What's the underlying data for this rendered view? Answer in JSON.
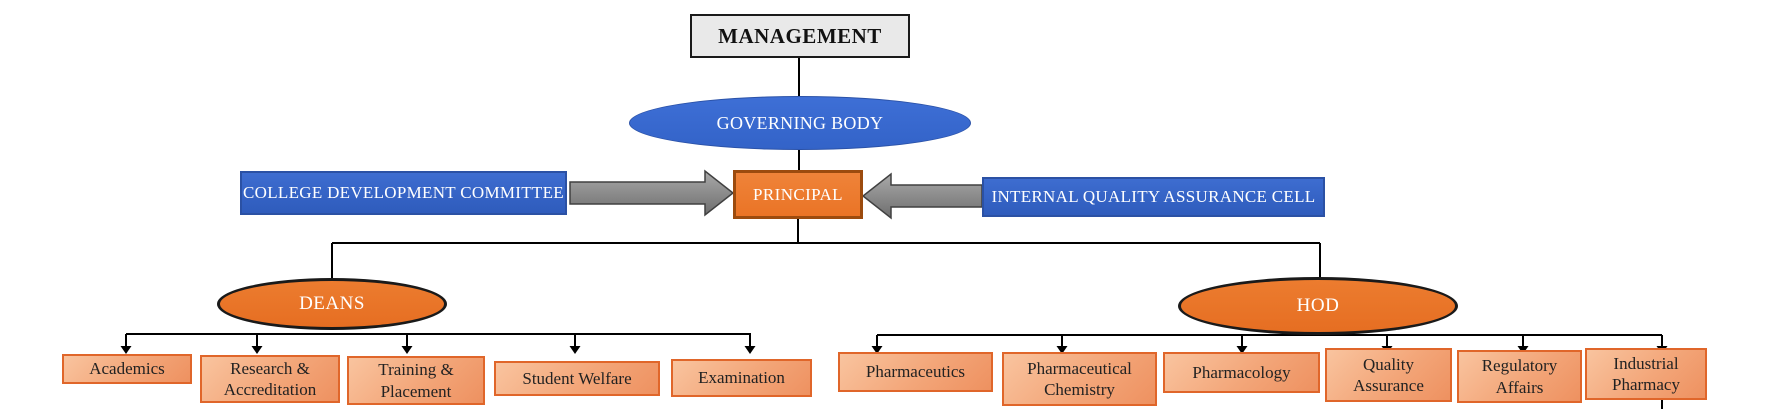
{
  "nodes": {
    "management": "MANAGEMENT",
    "governing_body": "GOVERNING BODY",
    "college_development_committee": "COLLEGE DEVELOPMENT COMMITTEE",
    "principal": "PRINCIPAL",
    "internal_quality_assurance_cell": "INTERNAL QUALITY ASSURANCE CELL",
    "deans": "DEANS",
    "hod": "HOD"
  },
  "deans_departments": [
    "Academics",
    "Research & Accreditation",
    "Training & Placement",
    "Student Welfare",
    "Examination"
  ],
  "hod_departments": [
    "Pharmaceutics",
    "Pharmaceutical Chemistry",
    "Pharmacology",
    "Quality Assurance",
    "Regulatory Affairs",
    "Industrial Pharmacy"
  ],
  "edges": [
    "management -> governing_body",
    "governing_body -> principal",
    "college_development_committee -> principal",
    "internal_quality_assurance_cell -> principal",
    "principal -> deans",
    "principal -> hod",
    "deans -> deans_departments[*]",
    "hod -> hod_departments[*]"
  ],
  "colors": {
    "blue_fill": "#3565C6",
    "blue_border": "#2B51A4",
    "orange_fill": "#EA7226",
    "principal_border": "#9C4B0E",
    "ellipse_border": "#1A1A1A",
    "dept_fill_light": "#F9C49F",
    "dept_fill_dark": "#EE9160",
    "dept_border": "#E0662A",
    "management_fill": "#E9E9E9",
    "management_border": "#1A1A1A",
    "connector": "#000000",
    "block_arrow_fill": "#8C8C8C",
    "block_arrow_border": "#404040"
  }
}
